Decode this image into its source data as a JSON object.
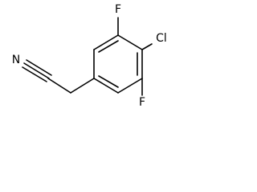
{
  "molecule": {
    "atoms": {
      "fluorine_top": "F",
      "chlorine": "Cl",
      "fluorine_bottom": "F",
      "nitrogen": "N"
    }
  }
}
